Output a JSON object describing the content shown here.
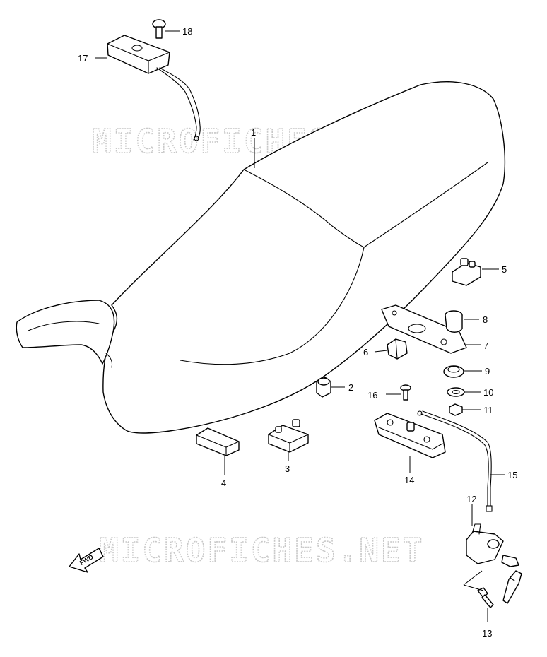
{
  "watermark": "MICROFICHES.NET",
  "fwd_label": "FWD",
  "callouts": {
    "p1": "1",
    "p2": "2",
    "p3": "3",
    "p4": "4",
    "p5": "5",
    "p6": "6",
    "p7": "7",
    "p8": "8",
    "p9": "9",
    "p10": "10",
    "p11": "11",
    "p12": "12",
    "p13": "13",
    "p14": "14",
    "p15": "15",
    "p16": "16",
    "p17": "17",
    "p18": "18"
  }
}
